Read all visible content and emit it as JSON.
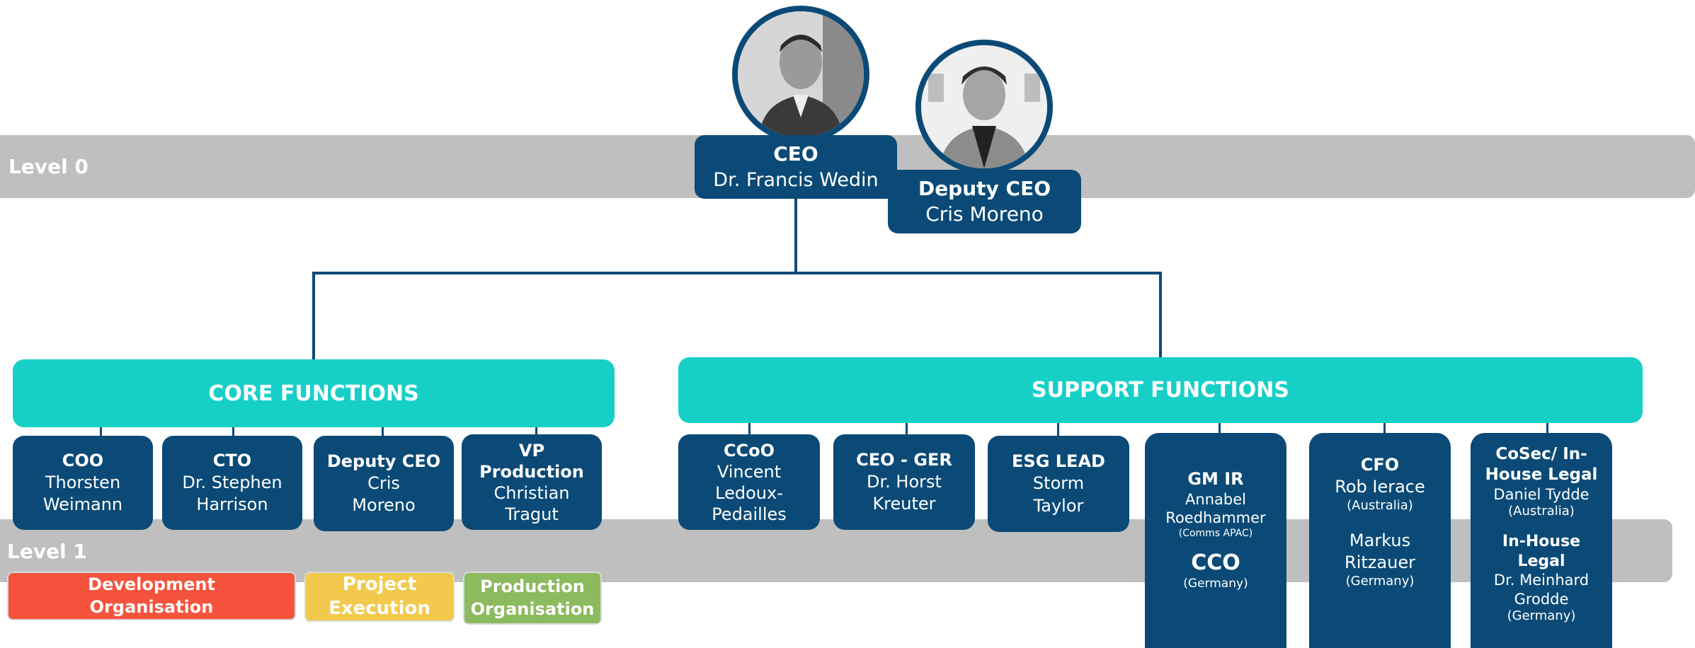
{
  "levels": {
    "level0": "Level 0",
    "level1": "Level 1"
  },
  "ceo": {
    "title": "CEO",
    "name": "Dr. Francis Wedin"
  },
  "deputy": {
    "title": "Deputy CEO",
    "name": "Cris Moreno"
  },
  "core": {
    "label": "CORE FUNCTIONS",
    "boxes": [
      {
        "title": "COO",
        "lines": [
          "Thorsten",
          "Weimann"
        ]
      },
      {
        "title": "CTO",
        "lines": [
          "Dr. Stephen",
          "Harrison"
        ]
      },
      {
        "title": "Deputy CEO",
        "lines": [
          "Cris",
          "Moreno"
        ]
      },
      {
        "title": "VP Production",
        "title_lines": [
          "VP",
          "Production"
        ],
        "lines": [
          "Christian",
          "Tragut"
        ]
      }
    ]
  },
  "support": {
    "label": "SUPPORT FUNCTIONS",
    "boxes": [
      {
        "title": "CCoO",
        "lines": [
          "Vincent",
          "Ledoux-",
          "Pedailles"
        ]
      },
      {
        "title": "CEO - GER",
        "lines": [
          "Dr. Horst",
          "Kreuter"
        ]
      },
      {
        "title": "ESG LEAD",
        "lines": [
          "Storm",
          "Taylor"
        ]
      },
      {
        "title": "GM IR",
        "lines": [
          "Annabel",
          "Roedhammer"
        ],
        "note": "(Comms APAC)",
        "title2": "CCO",
        "note2": "(Germany)"
      },
      {
        "title": "CFO",
        "name1": "Rob Ierace",
        "note1": "(Australia)",
        "name2": [
          "Markus",
          "Ritzauer"
        ],
        "note2": "(Germany)"
      },
      {
        "title_lines": [
          "CoSec/ In-",
          "House Legal"
        ],
        "name1": "Daniel Tydde",
        "note1": "(Australia)",
        "title2_lines": [
          "In-House",
          "Legal"
        ],
        "name2": [
          "Dr. Meinhard",
          "Grodde"
        ],
        "note2": "(Germany)"
      }
    ]
  },
  "tags": [
    {
      "label": [
        "Development",
        "Organisation"
      ],
      "color": "#f5533d"
    },
    {
      "label": [
        "Project",
        "Execution"
      ],
      "color": "#f2c94c"
    },
    {
      "label": [
        "Production",
        "Organisation"
      ],
      "color": "#8cba5e"
    }
  ],
  "colors": {
    "navy": "#0b4a76",
    "teal": "#16d0c8",
    "band": "#bfbfbf"
  }
}
